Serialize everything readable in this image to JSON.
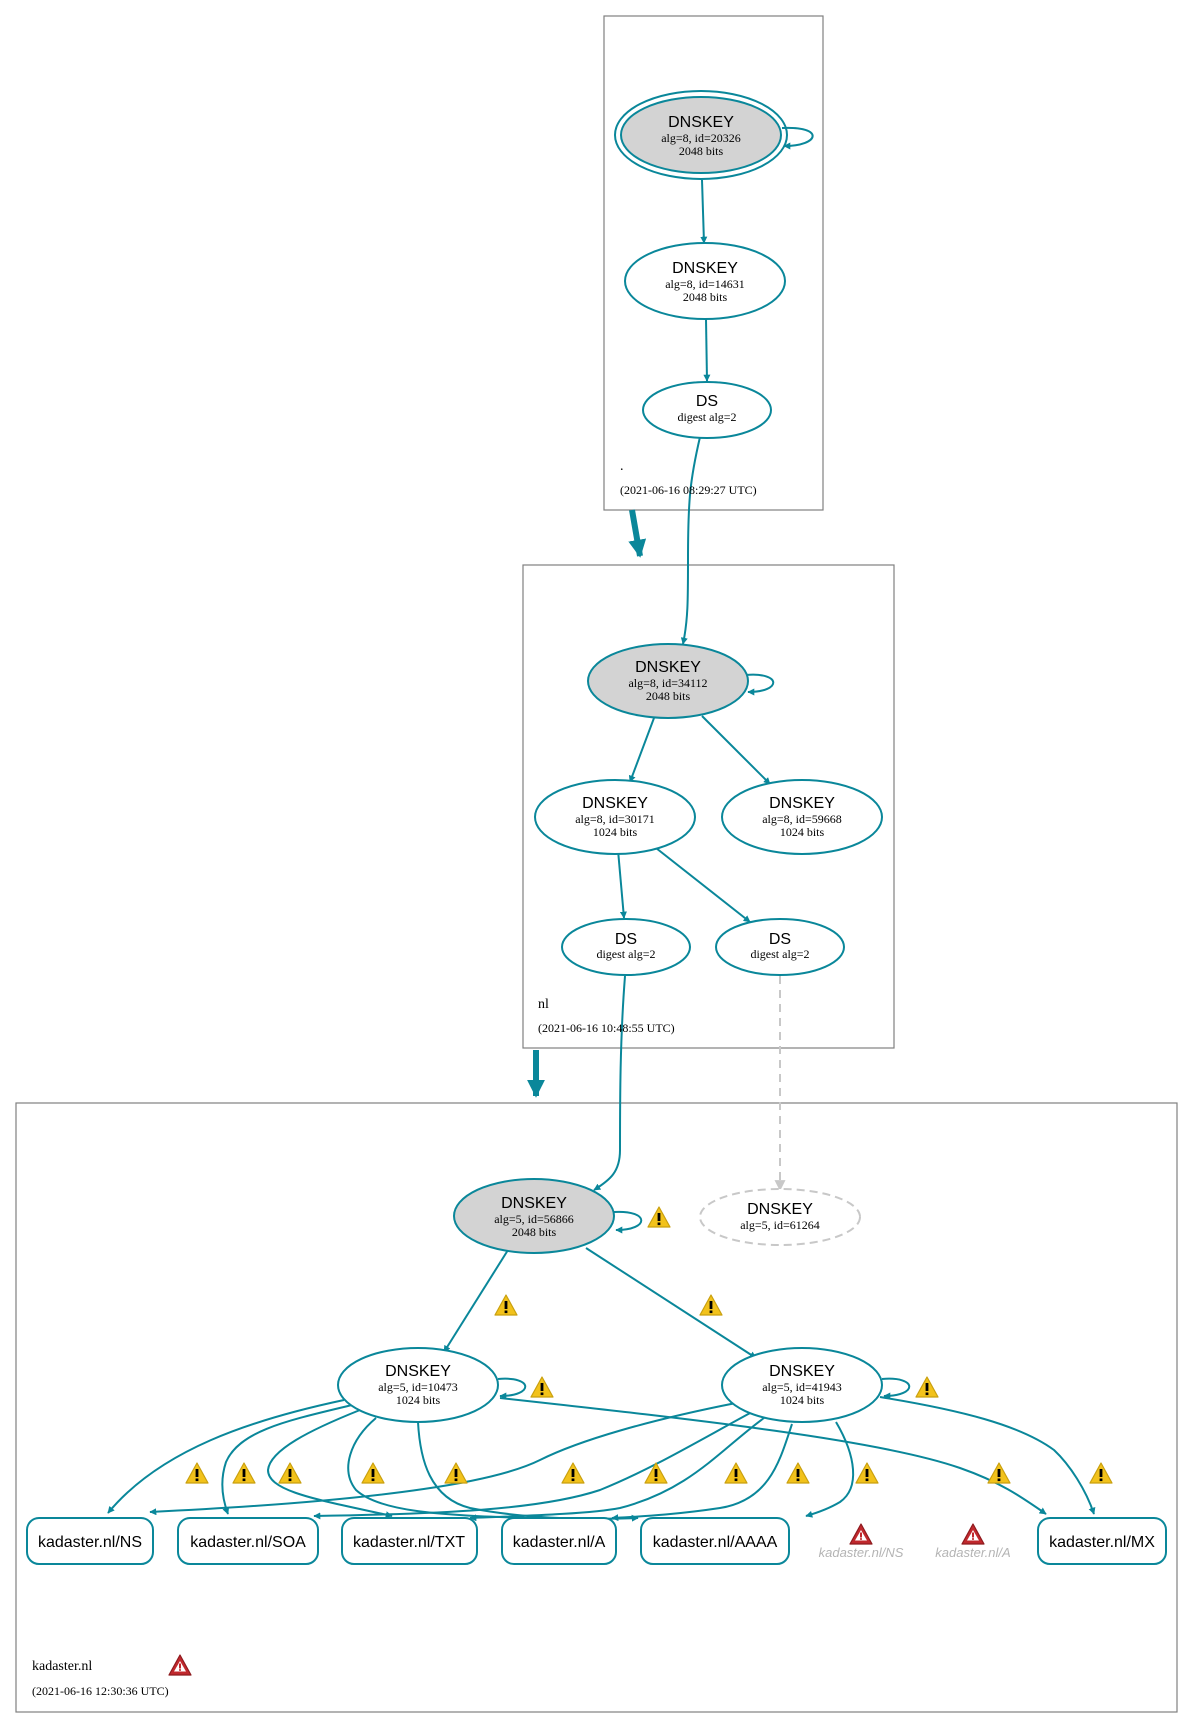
{
  "zones": {
    "root": {
      "name": ".",
      "timestamp": "(2021-06-16 08:29:27 UTC)"
    },
    "nl": {
      "name": "nl",
      "timestamp": "(2021-06-16 10:48:55 UTC)"
    },
    "kadaster": {
      "name": "kadaster.nl",
      "timestamp": "(2021-06-16 12:30:36 UTC)"
    }
  },
  "nodes": {
    "root_ksk": {
      "type": "DNSKEY",
      "detail": "alg=8, id=20326",
      "bits": "2048 bits"
    },
    "root_zsk": {
      "type": "DNSKEY",
      "detail": "alg=8, id=14631",
      "bits": "2048 bits"
    },
    "root_ds": {
      "type": "DS",
      "detail": "digest alg=2"
    },
    "nl_ksk": {
      "type": "DNSKEY",
      "detail": "alg=8, id=34112",
      "bits": "2048 bits"
    },
    "nl_zsk1": {
      "type": "DNSKEY",
      "detail": "alg=8, id=30171",
      "bits": "1024 bits"
    },
    "nl_zsk2": {
      "type": "DNSKEY",
      "detail": "alg=8, id=59668",
      "bits": "1024 bits"
    },
    "nl_ds1": {
      "type": "DS",
      "detail": "digest alg=2"
    },
    "nl_ds2": {
      "type": "DS",
      "detail": "digest alg=2"
    },
    "kad_ksk": {
      "type": "DNSKEY",
      "detail": "alg=5, id=56866",
      "bits": "2048 bits"
    },
    "kad_missing": {
      "type": "DNSKEY",
      "detail": "alg=5, id=61264"
    },
    "kad_zsk1": {
      "type": "DNSKEY",
      "detail": "alg=5, id=10473",
      "bits": "1024 bits"
    },
    "kad_zsk2": {
      "type": "DNSKEY",
      "detail": "alg=5, id=41943",
      "bits": "1024 bits"
    }
  },
  "rrsets": {
    "ns": "kadaster.nl/NS",
    "soa": "kadaster.nl/SOA",
    "txt": "kadaster.nl/TXT",
    "a": "kadaster.nl/A",
    "aaaa": "kadaster.nl/AAAA",
    "ns_ghost": "kadaster.nl/NS",
    "a_ghost": "kadaster.nl/A",
    "mx": "kadaster.nl/MX"
  },
  "colors": {
    "edge": "#0a879a",
    "ksk_fill": "#d3d3d3",
    "warning": "#f2c21b",
    "error": "#c0282d",
    "muted": "#c8c8c8"
  }
}
